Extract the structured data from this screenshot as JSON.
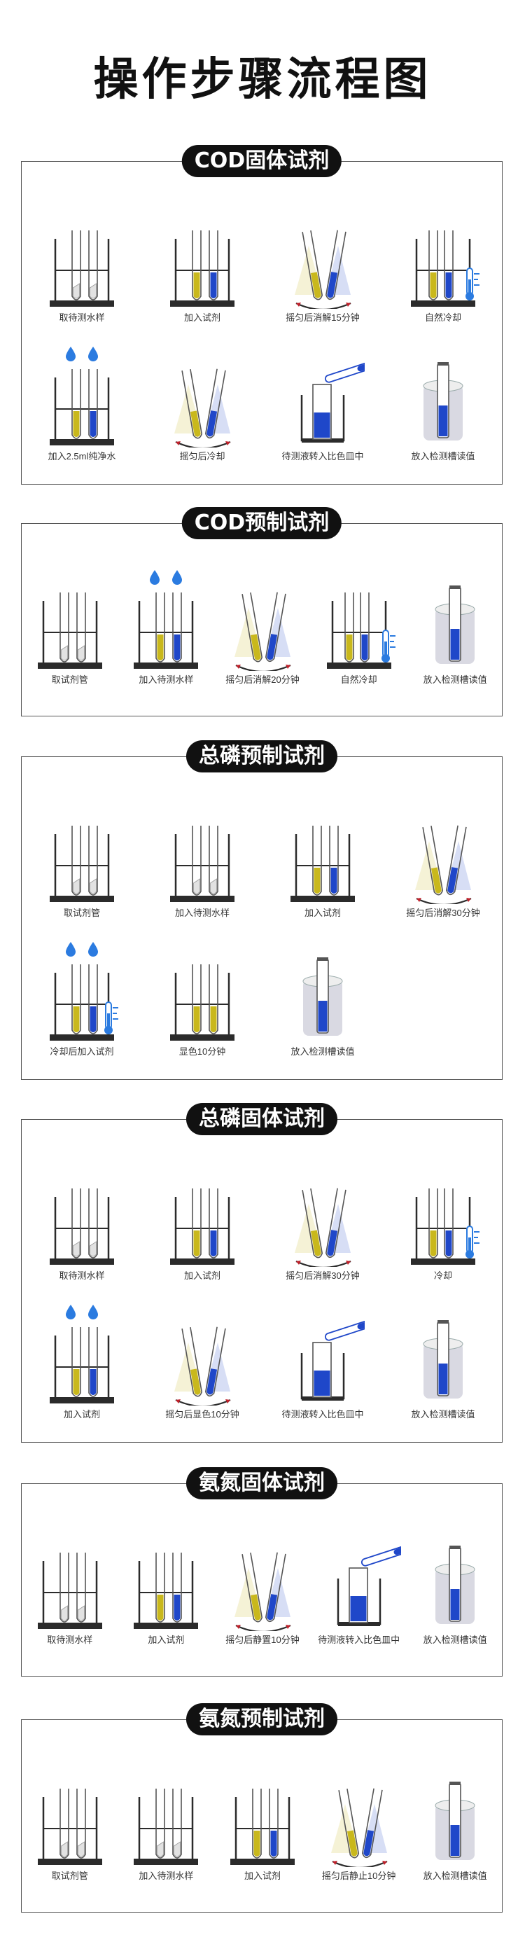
{
  "title": "操作步骤流程图",
  "colors": {
    "yellow": "#c9b81c",
    "blue": "#1f47c9",
    "dark": "#2b2b2b",
    "red": "#c0202a",
    "drop": "#2b7be0"
  },
  "sections": [
    {
      "title": "COD固体试剂",
      "steps": [
        {
          "label": "取待测水样",
          "icon": "rack-empty-tubes-icon"
        },
        {
          "label": "加入试剂",
          "icon": "rack-yellow-blue-tubes-icon"
        },
        {
          "label": "摇匀后消解15分钟",
          "icon": "shake-digest-icon"
        },
        {
          "label": "自然冷却",
          "icon": "cooling-thermometer-icon"
        },
        {
          "label": "加入2.5ml纯净水",
          "icon": "add-water-drops-icon"
        },
        {
          "label": "摇匀后冷却",
          "icon": "shake-cool-icon"
        },
        {
          "label": "待测液转入比色皿中",
          "icon": "transfer-cuvette-icon"
        },
        {
          "label": "放入检测槽读值",
          "icon": "detection-slot-icon"
        }
      ]
    },
    {
      "title": "COD预制试剂",
      "steps": [
        {
          "label": "取试剂管",
          "icon": "rack-empty-tubes-icon"
        },
        {
          "label": "加入待测水样",
          "icon": "add-water-drops-icon"
        },
        {
          "label": "摇匀后消解20分钟",
          "icon": "shake-digest-icon"
        },
        {
          "label": "自然冷却",
          "icon": "cooling-thermometer-icon"
        },
        {
          "label": "放入检测槽读值",
          "icon": "detection-slot-icon"
        }
      ]
    },
    {
      "title": "总磷预制试剂",
      "steps": [
        {
          "label": "取试剂管",
          "icon": "rack-empty-tubes-icon"
        },
        {
          "label": "加入待测水样",
          "icon": "rack-sample-tubes-icon"
        },
        {
          "label": "加入试剂",
          "icon": "rack-yellow-blue-tubes-icon"
        },
        {
          "label": "摇匀后消解30分钟",
          "icon": "shake-digest-icon"
        },
        {
          "label": "冷却后加入试剂",
          "icon": "add-reagent-cool-icon"
        },
        {
          "label": "显色10分钟",
          "icon": "rack-color-tubes-icon"
        },
        {
          "label": "放入检测槽读值",
          "icon": "detection-slot-icon"
        }
      ]
    },
    {
      "title": "总磷固体试剂",
      "steps": [
        {
          "label": "取待测水样",
          "icon": "rack-empty-tubes-icon"
        },
        {
          "label": "加入试剂",
          "icon": "rack-yellow-blue-tubes-icon"
        },
        {
          "label": "摇匀后消解30分钟",
          "icon": "shake-digest-icon"
        },
        {
          "label": "冷却",
          "icon": "cooling-thermometer-icon"
        },
        {
          "label": "加入试剂",
          "icon": "add-water-drops-icon"
        },
        {
          "label": "摇匀后显色10分钟",
          "icon": "shake-color-icon"
        },
        {
          "label": "待测液转入比色皿中",
          "icon": "transfer-cuvette-icon"
        },
        {
          "label": "放入检测槽读值",
          "icon": "detection-slot-icon"
        }
      ]
    },
    {
      "title": "氨氮固体试剂",
      "steps": [
        {
          "label": "取待测水样",
          "icon": "rack-empty-tubes-icon"
        },
        {
          "label": "加入试剂",
          "icon": "rack-yellow-blue-tubes-icon"
        },
        {
          "label": "摇匀后静置10分钟",
          "icon": "shake-rest-icon"
        },
        {
          "label": "待测液转入比色皿中",
          "icon": "transfer-cuvette-icon"
        },
        {
          "label": "放入检测槽读值",
          "icon": "detection-slot-icon"
        }
      ]
    },
    {
      "title": "氨氮预制试剂",
      "steps": [
        {
          "label": "取试剂管",
          "icon": "rack-empty-tubes-icon"
        },
        {
          "label": "加入待测水样",
          "icon": "rack-sample-tubes-icon"
        },
        {
          "label": "加入试剂",
          "icon": "rack-yellow-blue-tubes-icon"
        },
        {
          "label": "摇匀后静止10分钟",
          "icon": "shake-rest-icon"
        },
        {
          "label": "放入检测槽读值",
          "icon": "detection-slot-icon"
        }
      ]
    }
  ]
}
